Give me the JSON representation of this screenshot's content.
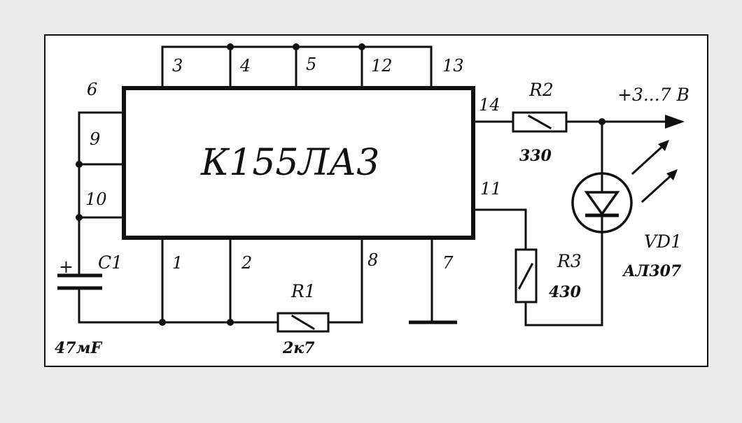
{
  "chip": {
    "name": "К155ЛА3"
  },
  "pins": {
    "p1": "1",
    "p2": "2",
    "p3": "3",
    "p4": "4",
    "p5": "5",
    "p6": "6",
    "p7": "7",
    "p8": "8",
    "p9": "9",
    "p10": "10",
    "p11": "11",
    "p12": "12",
    "p13": "13",
    "p14": "14"
  },
  "components": {
    "c1": {
      "label": "C1",
      "value": "47мF",
      "polarity": "+"
    },
    "r1": {
      "label": "R1",
      "value": "2к7"
    },
    "r2": {
      "label": "R2",
      "value": "330"
    },
    "r3": {
      "label": "R3",
      "value": "430"
    },
    "vd1": {
      "label": "VD1",
      "value": "АЛ307"
    }
  },
  "supply": {
    "label": "+3...7 В"
  },
  "colors": {
    "line": "#111111",
    "background": "#ececec",
    "panel": "#ffffff"
  }
}
